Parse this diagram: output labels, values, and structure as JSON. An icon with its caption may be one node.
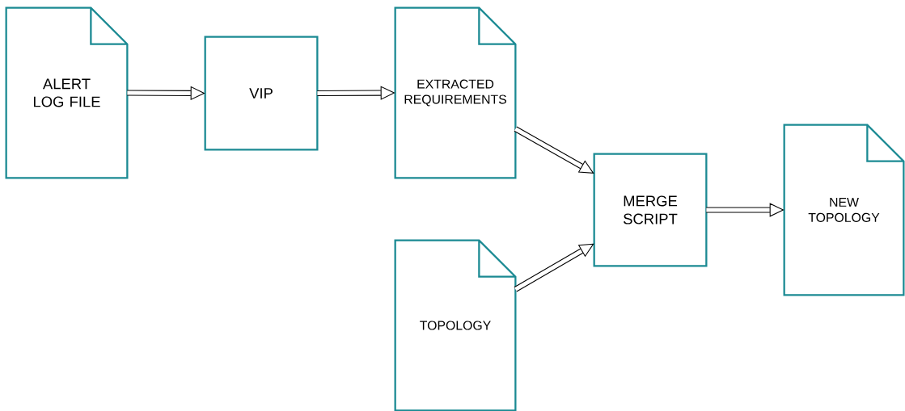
{
  "diagram": {
    "nodes": [
      {
        "text": [
          "ALERT LOG FILE"
        ]
      },
      {
        "text": [
          "VIP"
        ]
      },
      {
        "text": [
          "EXTRACTED REQUIREMENTS"
        ]
      },
      {
        "text": [
          "TOPOLOGY"
        ]
      },
      {
        "text": [
          "MERGE SCRIPT"
        ]
      },
      {
        "text": [
          "NEW TOPOLOGY"
        ]
      }
    ],
    "edges": [
      {
        "from": 0,
        "to": 1,
        "arrow": "to"
      },
      {
        "from": 1,
        "to": 2,
        "arrow": "to"
      },
      {
        "from": 2,
        "to": 4,
        "arrow": "to"
      },
      {
        "from": 3,
        "to": 4,
        "arrow": "to"
      },
      {
        "from": 4,
        "to": 5,
        "arrow": "to"
      }
    ]
  }
}
